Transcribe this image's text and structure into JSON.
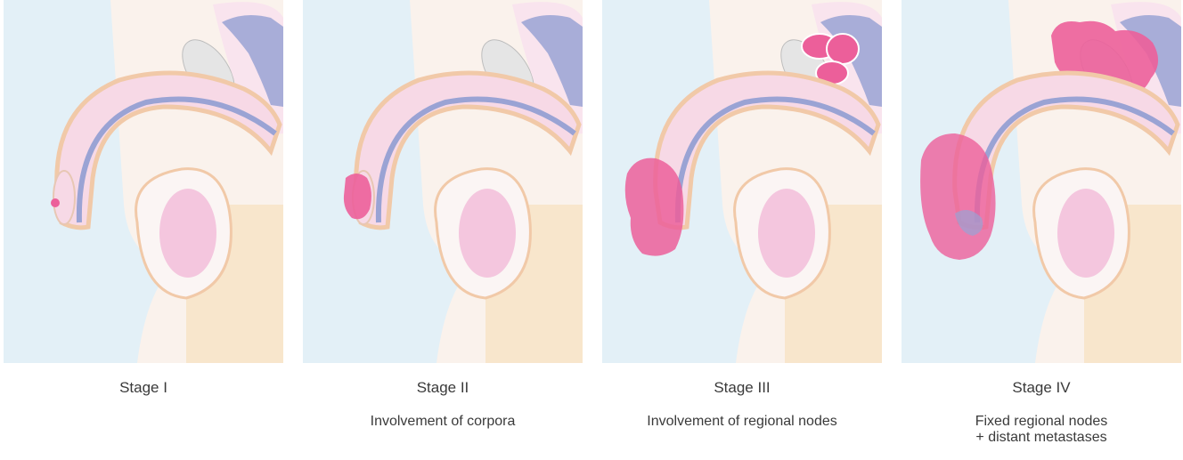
{
  "colors": {
    "background": "#ffffff",
    "text": "#3a3a3a",
    "sky": "#dcecf5",
    "skin": "#f8e3c6",
    "tissue_pink": "#f6d6e6",
    "tumor": "#ec5f9a",
    "urethra": "#9aa3d4",
    "bone": "#e4e4e4"
  },
  "panels": [
    {
      "stage": "Stage I",
      "description_lines": []
    },
    {
      "stage": "Stage II",
      "description_lines": [
        "Involvement of corpora"
      ]
    },
    {
      "stage": "Stage III",
      "description_lines": [
        "Involvement of regional nodes"
      ]
    },
    {
      "stage": "Stage IV",
      "description_lines": [
        "Fixed regional nodes",
        "+ distant metastases"
      ]
    }
  ]
}
